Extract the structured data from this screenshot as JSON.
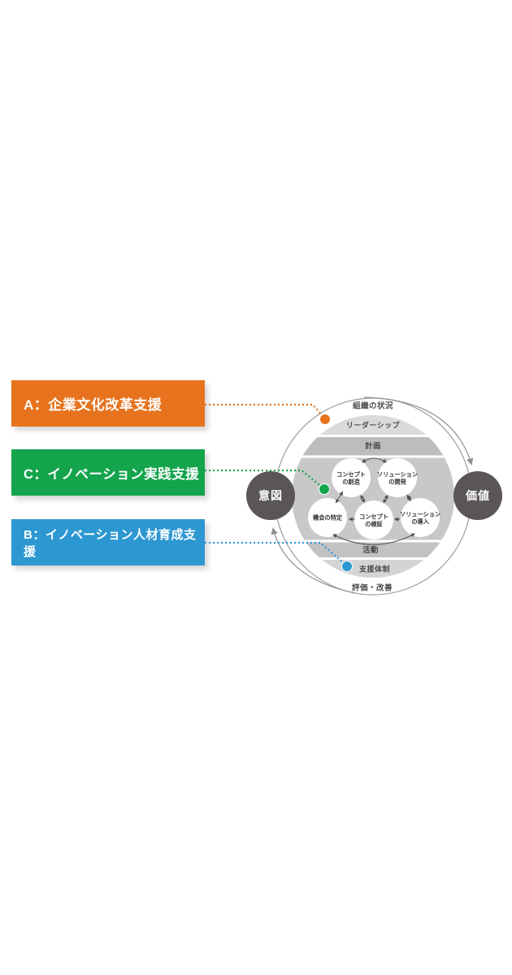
{
  "legend": {
    "items": [
      {
        "key": "A",
        "label": "A：企業文化改革支援",
        "color": "#e7731e"
      },
      {
        "key": "C",
        "label": "C：イノベーション実践支援",
        "color": "#14a44c"
      },
      {
        "key": "B",
        "label": "B：イノベーション人材育成支援",
        "color": "#2d97d2"
      }
    ]
  },
  "diagram": {
    "outer_ring": {
      "top_label": "組織の状況",
      "bottom_label": "評価・改善"
    },
    "bands": {
      "leadership": "リーダーシップ",
      "plan": "計画",
      "activity": "活動",
      "support": "支援体制"
    },
    "nodes": {
      "intent": "意図",
      "value": "価値"
    },
    "process_circles": [
      {
        "line1": "コンセプト",
        "line2": "の創造"
      },
      {
        "line1": "ソリューション",
        "line2": "の開発"
      },
      {
        "line1": "機会の特定",
        "line2": ""
      },
      {
        "line1": "コンセプト",
        "line2": "の検証"
      },
      {
        "line1": "ソリューション",
        "line2": "の導入"
      }
    ],
    "colors": {
      "marker_a": "#e7731e",
      "marker_c": "#14a44c",
      "marker_b": "#2d97d2",
      "node_fill": "#5a5656",
      "outer_circle_stroke": "#9b9b9b"
    }
  }
}
